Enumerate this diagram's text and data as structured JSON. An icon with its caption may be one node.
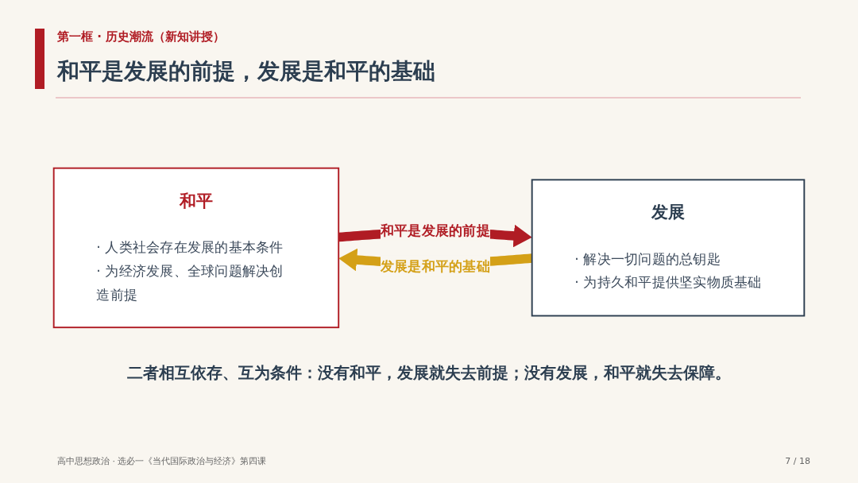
{
  "diagram": {
    "title": "和平是发展的前提，发展是和平的基础",
    "nodes": [
      {
        "text": [
          "和平",
          "· 人类社会存在发展的基本条件",
          "· 为经济发展、全球问题解决创造前提"
        ]
      },
      {
        "text": [
          "发展",
          "· 解决一切问题的总钥匙",
          "· 为持久和平提供坚实物质基础"
        ]
      }
    ],
    "edges": [
      {
        "from": 0,
        "to": 1,
        "arrow": "to",
        "label": "和平是发展的前提",
        "color": "#b01c24"
      },
      {
        "from": 1,
        "to": 0,
        "arrow": "to",
        "label": "发展是和平的基础",
        "color": "#d4a017"
      }
    ],
    "labels": [
      "第一框 · 历史潮流（新知讲授）",
      "二者相互依存、互为条件：没有和平，发展就失去前提；没有发展，和平就失去保障。",
      "高中思想政治 · 选必一《当代国际政治与经济》第四课",
      "7 / 18"
    ]
  }
}
